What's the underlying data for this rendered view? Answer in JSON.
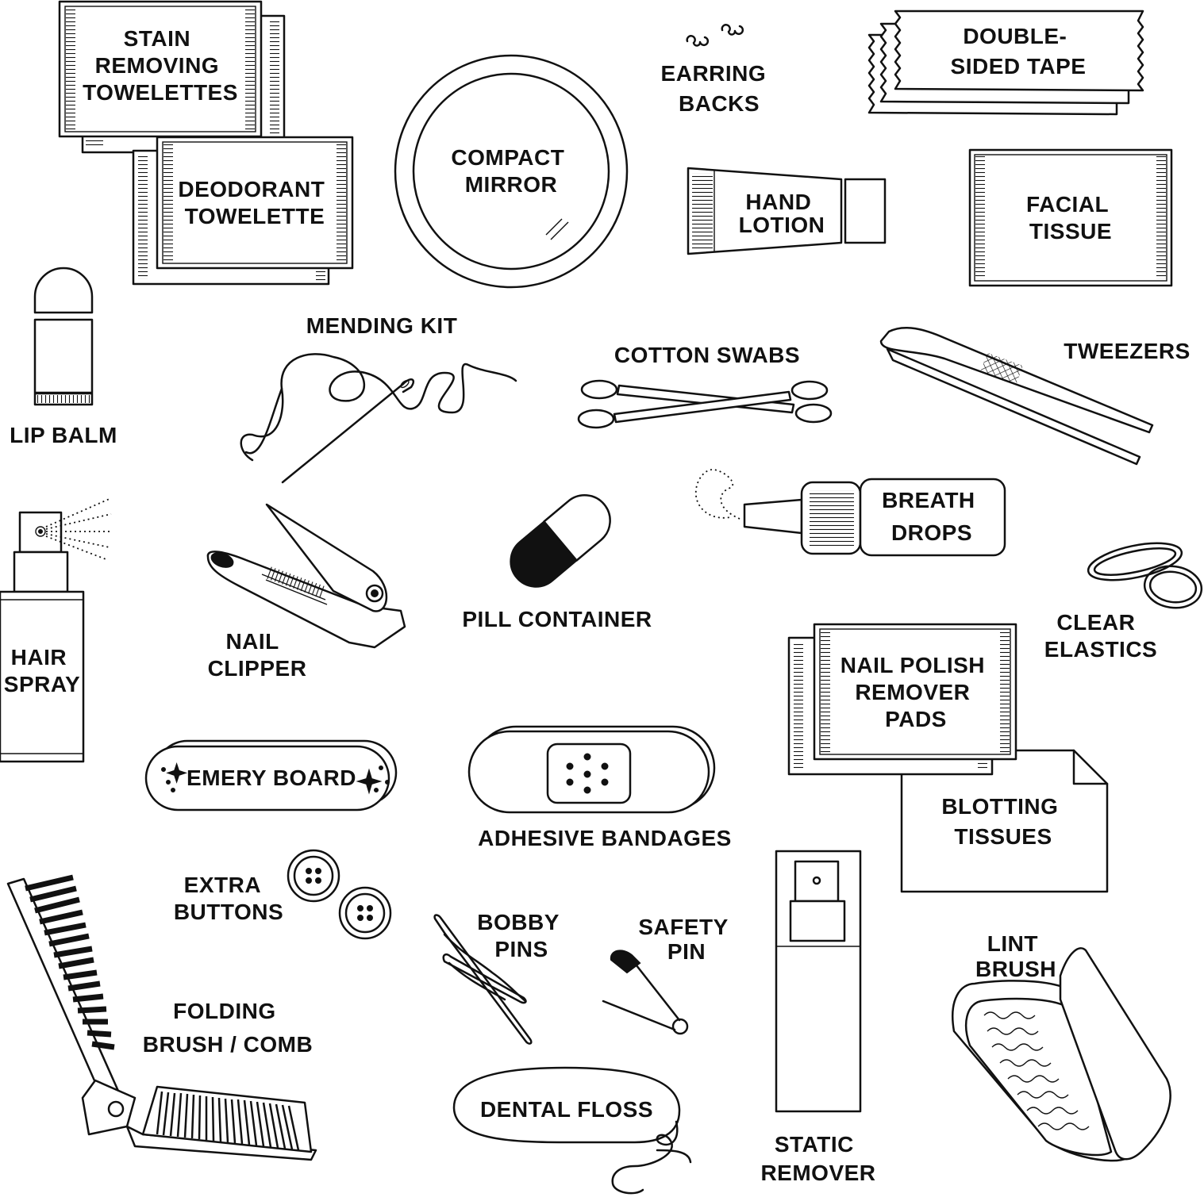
{
  "items": {
    "stain_towelettes": {
      "l1": "STAIN",
      "l2": "REMOVING",
      "l3": "TOWELETTES"
    },
    "deodorant_towelette": {
      "l1": "DEODORANT",
      "l2": "TOWELETTE"
    },
    "compact_mirror": {
      "l1": "COMPACT",
      "l2": "MIRROR"
    },
    "earring_backs": {
      "l1": "EARRING",
      "l2": "BACKS"
    },
    "double_sided_tape": {
      "l1": "DOUBLE-",
      "l2": "SIDED TAPE"
    },
    "hand_lotion": {
      "l1": "HAND",
      "l2": "LOTION"
    },
    "facial_tissue": {
      "l1": "FACIAL",
      "l2": "TISSUE"
    },
    "lip_balm": {
      "l1": "LIP BALM"
    },
    "mending_kit": {
      "l1": "MENDING KIT"
    },
    "cotton_swabs": {
      "l1": "COTTON SWABS"
    },
    "tweezers": {
      "l1": "TWEEZERS"
    },
    "hair_spray": {
      "l1": "HAIR",
      "l2": "SPRAY"
    },
    "nail_clipper": {
      "l1": "NAIL",
      "l2": "CLIPPER"
    },
    "pill_container": {
      "l1": "PILL CONTAINER"
    },
    "breath_drops": {
      "l1": "BREATH",
      "l2": "DROPS"
    },
    "clear_elastics": {
      "l1": "CLEAR",
      "l2": "ELASTICS"
    },
    "nail_polish_pads": {
      "l1": "NAIL POLISH",
      "l2": "REMOVER",
      "l3": "PADS"
    },
    "emery_board": {
      "l1": "EMERY BOARD"
    },
    "adhesive_bandages": {
      "l1": "ADHESIVE BANDAGES"
    },
    "blotting_tissues": {
      "l1": "BLOTTING",
      "l2": "TISSUES"
    },
    "extra_buttons": {
      "l1": "EXTRA",
      "l2": "BUTTONS"
    },
    "bobby_pins": {
      "l1": "BOBBY",
      "l2": "PINS"
    },
    "safety_pin": {
      "l1": "SAFETY",
      "l2": "PIN"
    },
    "static_remover": {
      "l1": "STATIC",
      "l2": "REMOVER"
    },
    "lint_brush": {
      "l1": "LINT",
      "l2": "BRUSH"
    },
    "folding_brush": {
      "l1": "FOLDING",
      "l2": "BRUSH / COMB"
    },
    "dental_floss": {
      "l1": "DENTAL FLOSS"
    }
  }
}
